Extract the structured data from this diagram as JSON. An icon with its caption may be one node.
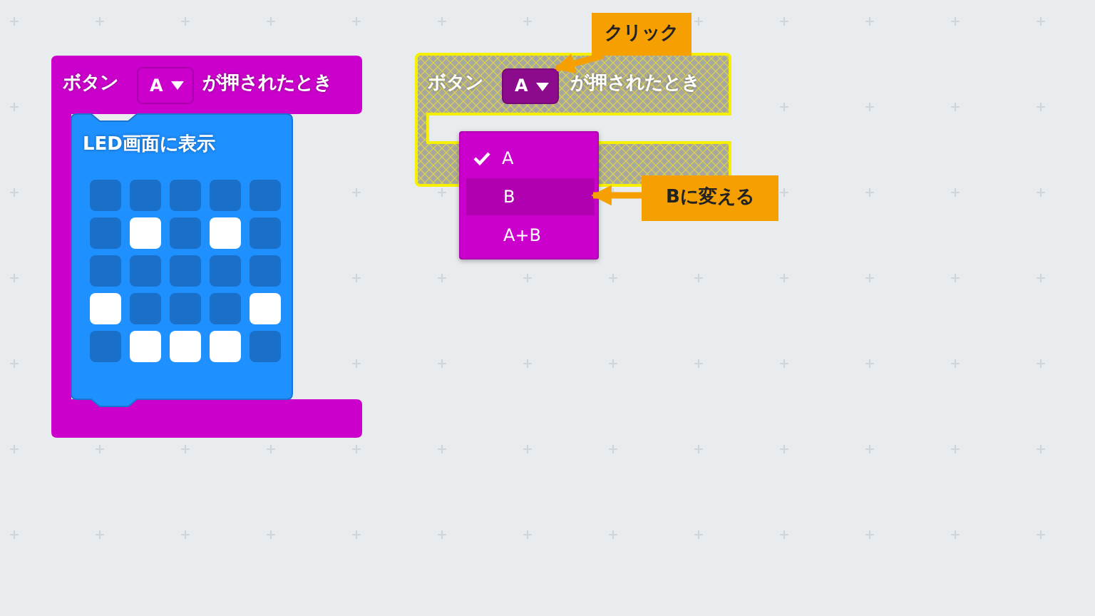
{
  "diagram": {
    "nodes": [
      {
        "text": [
          "ボタン",
          "が押されたとき"
        ]
      },
      {
        "text": [
          "A"
        ],
        "in": 0
      },
      {
        "text": [
          "LED画面に表示"
        ],
        "in": 0
      },
      {
        "text": [
          "ボタン",
          "が押されたとき"
        ]
      },
      {
        "text": [
          "A"
        ],
        "in": 3
      },
      {
        "text": [],
        "shape": "box"
      },
      {
        "text": [
          "A"
        ]
      },
      {
        "text": [
          "B"
        ],
        "in": 5
      },
      {
        "text": [
          "A+B"
        ],
        "in": 5
      },
      {
        "text": [
          "クリック"
        ]
      },
      {
        "text": [
          "Bに変える"
        ]
      }
    ],
    "edges": [
      {
        "from": 9,
        "to": 4,
        "arrow": "to"
      },
      {
        "from": 10,
        "to": 7,
        "arrow": "to"
      }
    ]
  }
}
